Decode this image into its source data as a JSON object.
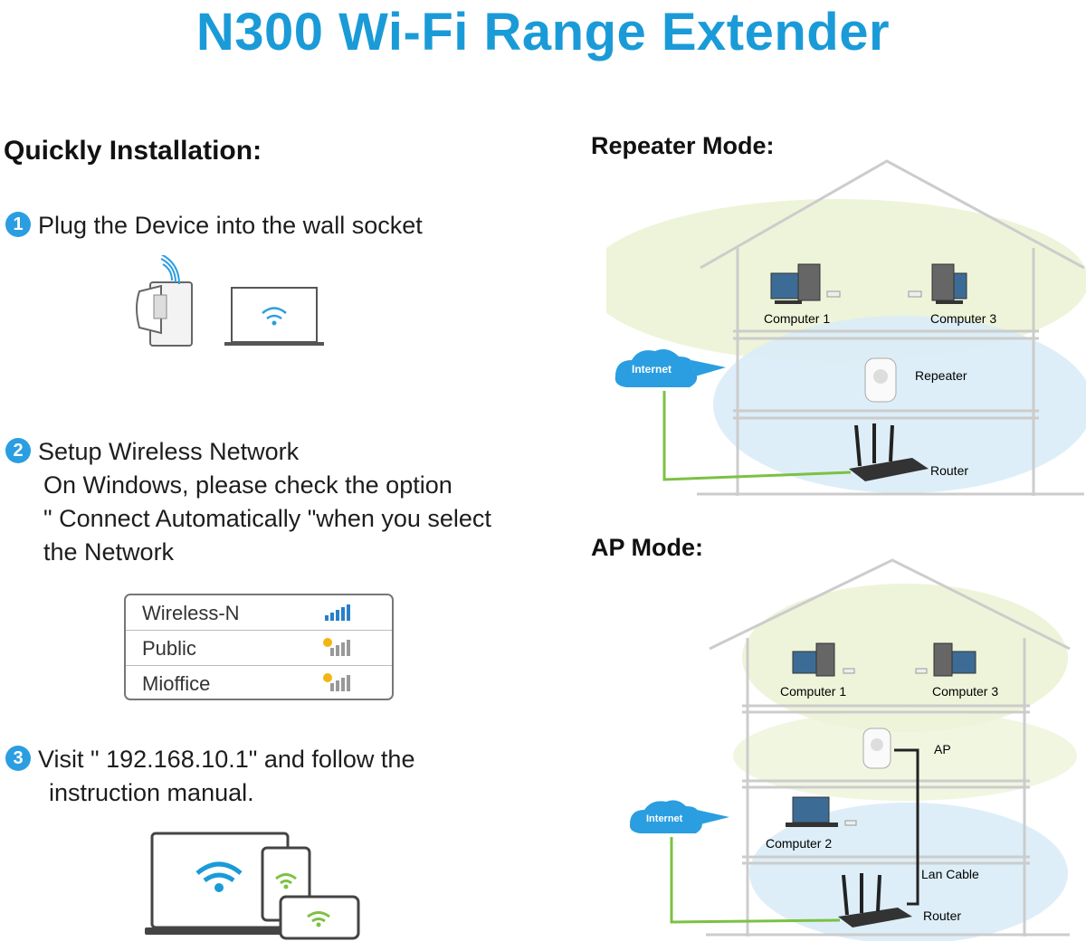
{
  "title": "N300 Wi-Fi Range Extender",
  "installation": {
    "heading": "Quickly Installation:",
    "steps": [
      {
        "num": "1",
        "lines": [
          "Plug the Device into the wall socket"
        ]
      },
      {
        "num": "2",
        "lines": [
          "Setup Wireless Network",
          "On Windows, please check the option",
          "\" Connect Automatically \"when you select",
          "the Network"
        ]
      },
      {
        "num": "3",
        "lines": [
          "Visit \" 192.168.10.1\" and follow the",
          "instruction manual."
        ]
      }
    ],
    "wifi_list": [
      {
        "name": "Wireless-N",
        "secured": false
      },
      {
        "name": "Public",
        "secured": true
      },
      {
        "name": "Mioffice",
        "secured": true
      }
    ]
  },
  "repeater_mode": {
    "heading": "Repeater Mode:",
    "labels": {
      "computer1": "Computer 1",
      "computer3": "Computer 3",
      "repeater": "Repeater",
      "router": "Router",
      "internet": "Internet"
    }
  },
  "ap_mode": {
    "heading": "AP Mode:",
    "labels": {
      "computer1": "Computer 1",
      "computer3": "Computer 3",
      "ap": "AP",
      "computer2": "Computer 2",
      "lan_cable": "Lan Cable",
      "router": "Router",
      "internet": "Internet"
    }
  },
  "colors": {
    "accent": "#1a9bd8",
    "green_zone": "#eef4d9",
    "blue_zone": "#d9ecf7",
    "lan_line": "#7cc142"
  }
}
